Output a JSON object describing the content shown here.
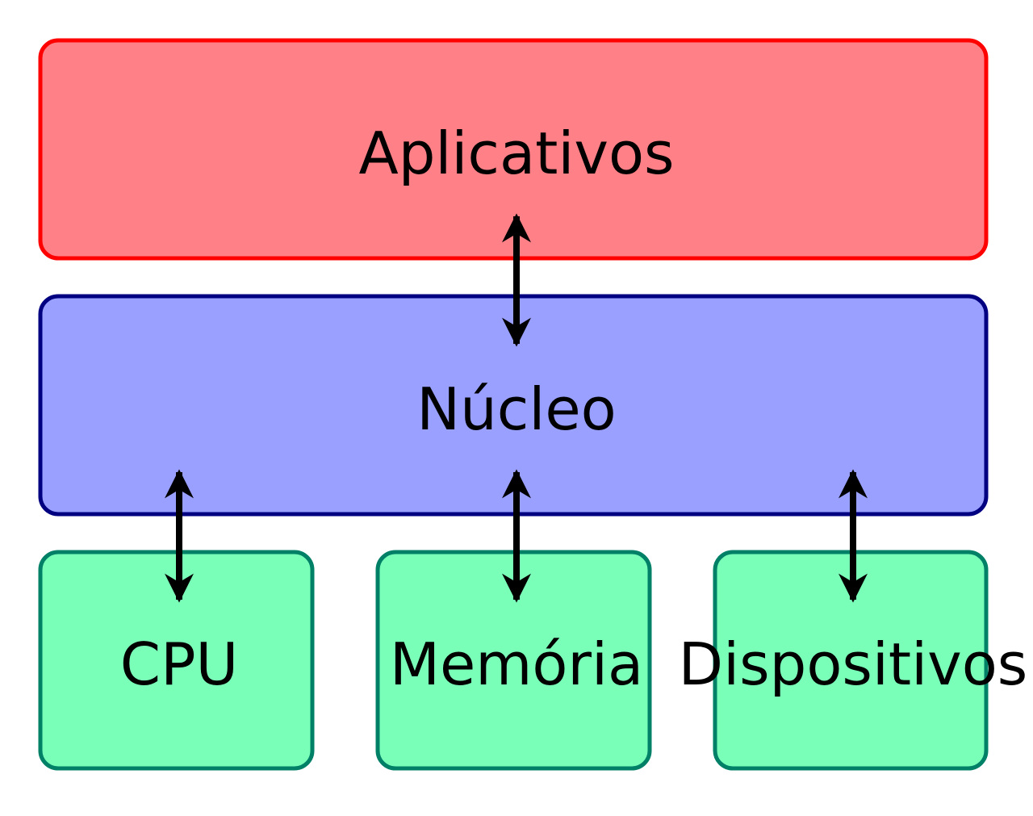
{
  "layers": {
    "applications": {
      "label": "Aplicativos",
      "fill": "#ff8087",
      "stroke": "#ff0000"
    },
    "kernel": {
      "label": "Núcleo",
      "fill": "#99a0ff",
      "stroke": "#000080"
    },
    "hardware": [
      {
        "label": "CPU",
        "fill": "#7affb9",
        "stroke": "#008066"
      },
      {
        "label": "Memória",
        "fill": "#7affb9",
        "stroke": "#008066"
      },
      {
        "label": "Dispositivos",
        "fill": "#7affb9",
        "stroke": "#008066"
      }
    ]
  },
  "connector_color": "#000000"
}
